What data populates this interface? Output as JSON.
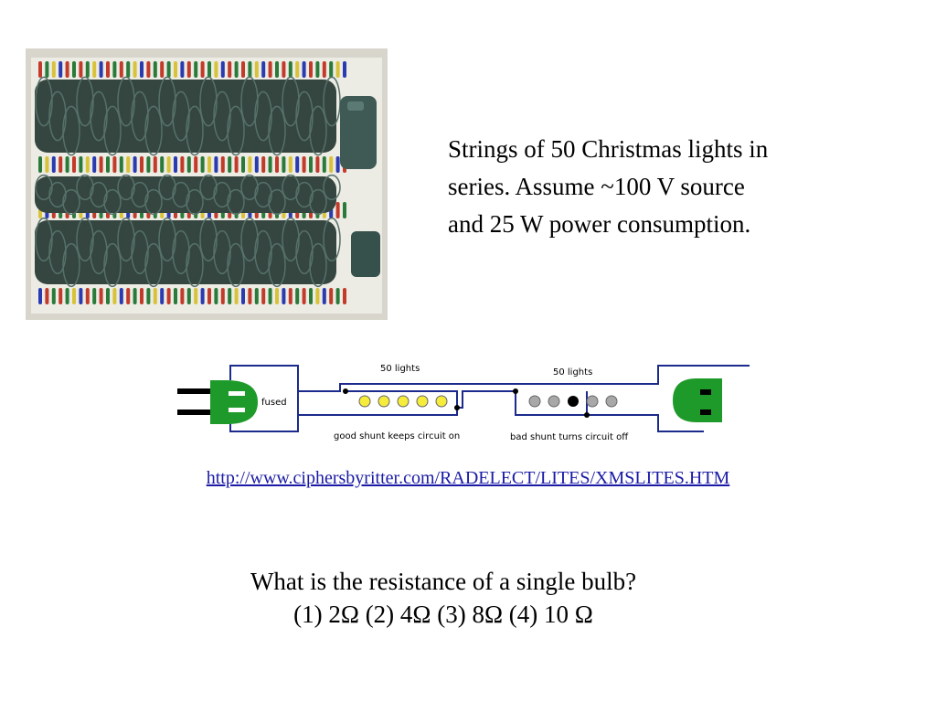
{
  "description": {
    "line1": "Strings of 50 Christmas lights in",
    "line2": "series.  Assume ~100 V source",
    "line3": "and 25 W power consumption."
  },
  "diagram": {
    "left_string_label": "50 lights",
    "right_string_label": "50 lights",
    "plug_label": "fused",
    "left_caption": "good shunt keeps circuit on",
    "right_caption": "bad shunt turns circuit off",
    "colors": {
      "wire": "#1b2a8c",
      "plug": "#1e9a2a",
      "good_bulb": "#f5ec3c",
      "gray_bulb": "#a8a8a8",
      "bad_bulb": "#000000"
    }
  },
  "link": {
    "text": "http://www.ciphersbyritter.com/RADELECT/LITES/XMSLITES.HTM"
  },
  "question": {
    "line1": "What is the resistance of a single bulb?",
    "line2": "(1) 2Ω  (2) 4Ω  (3) 8Ω  (4) 10 Ω"
  }
}
